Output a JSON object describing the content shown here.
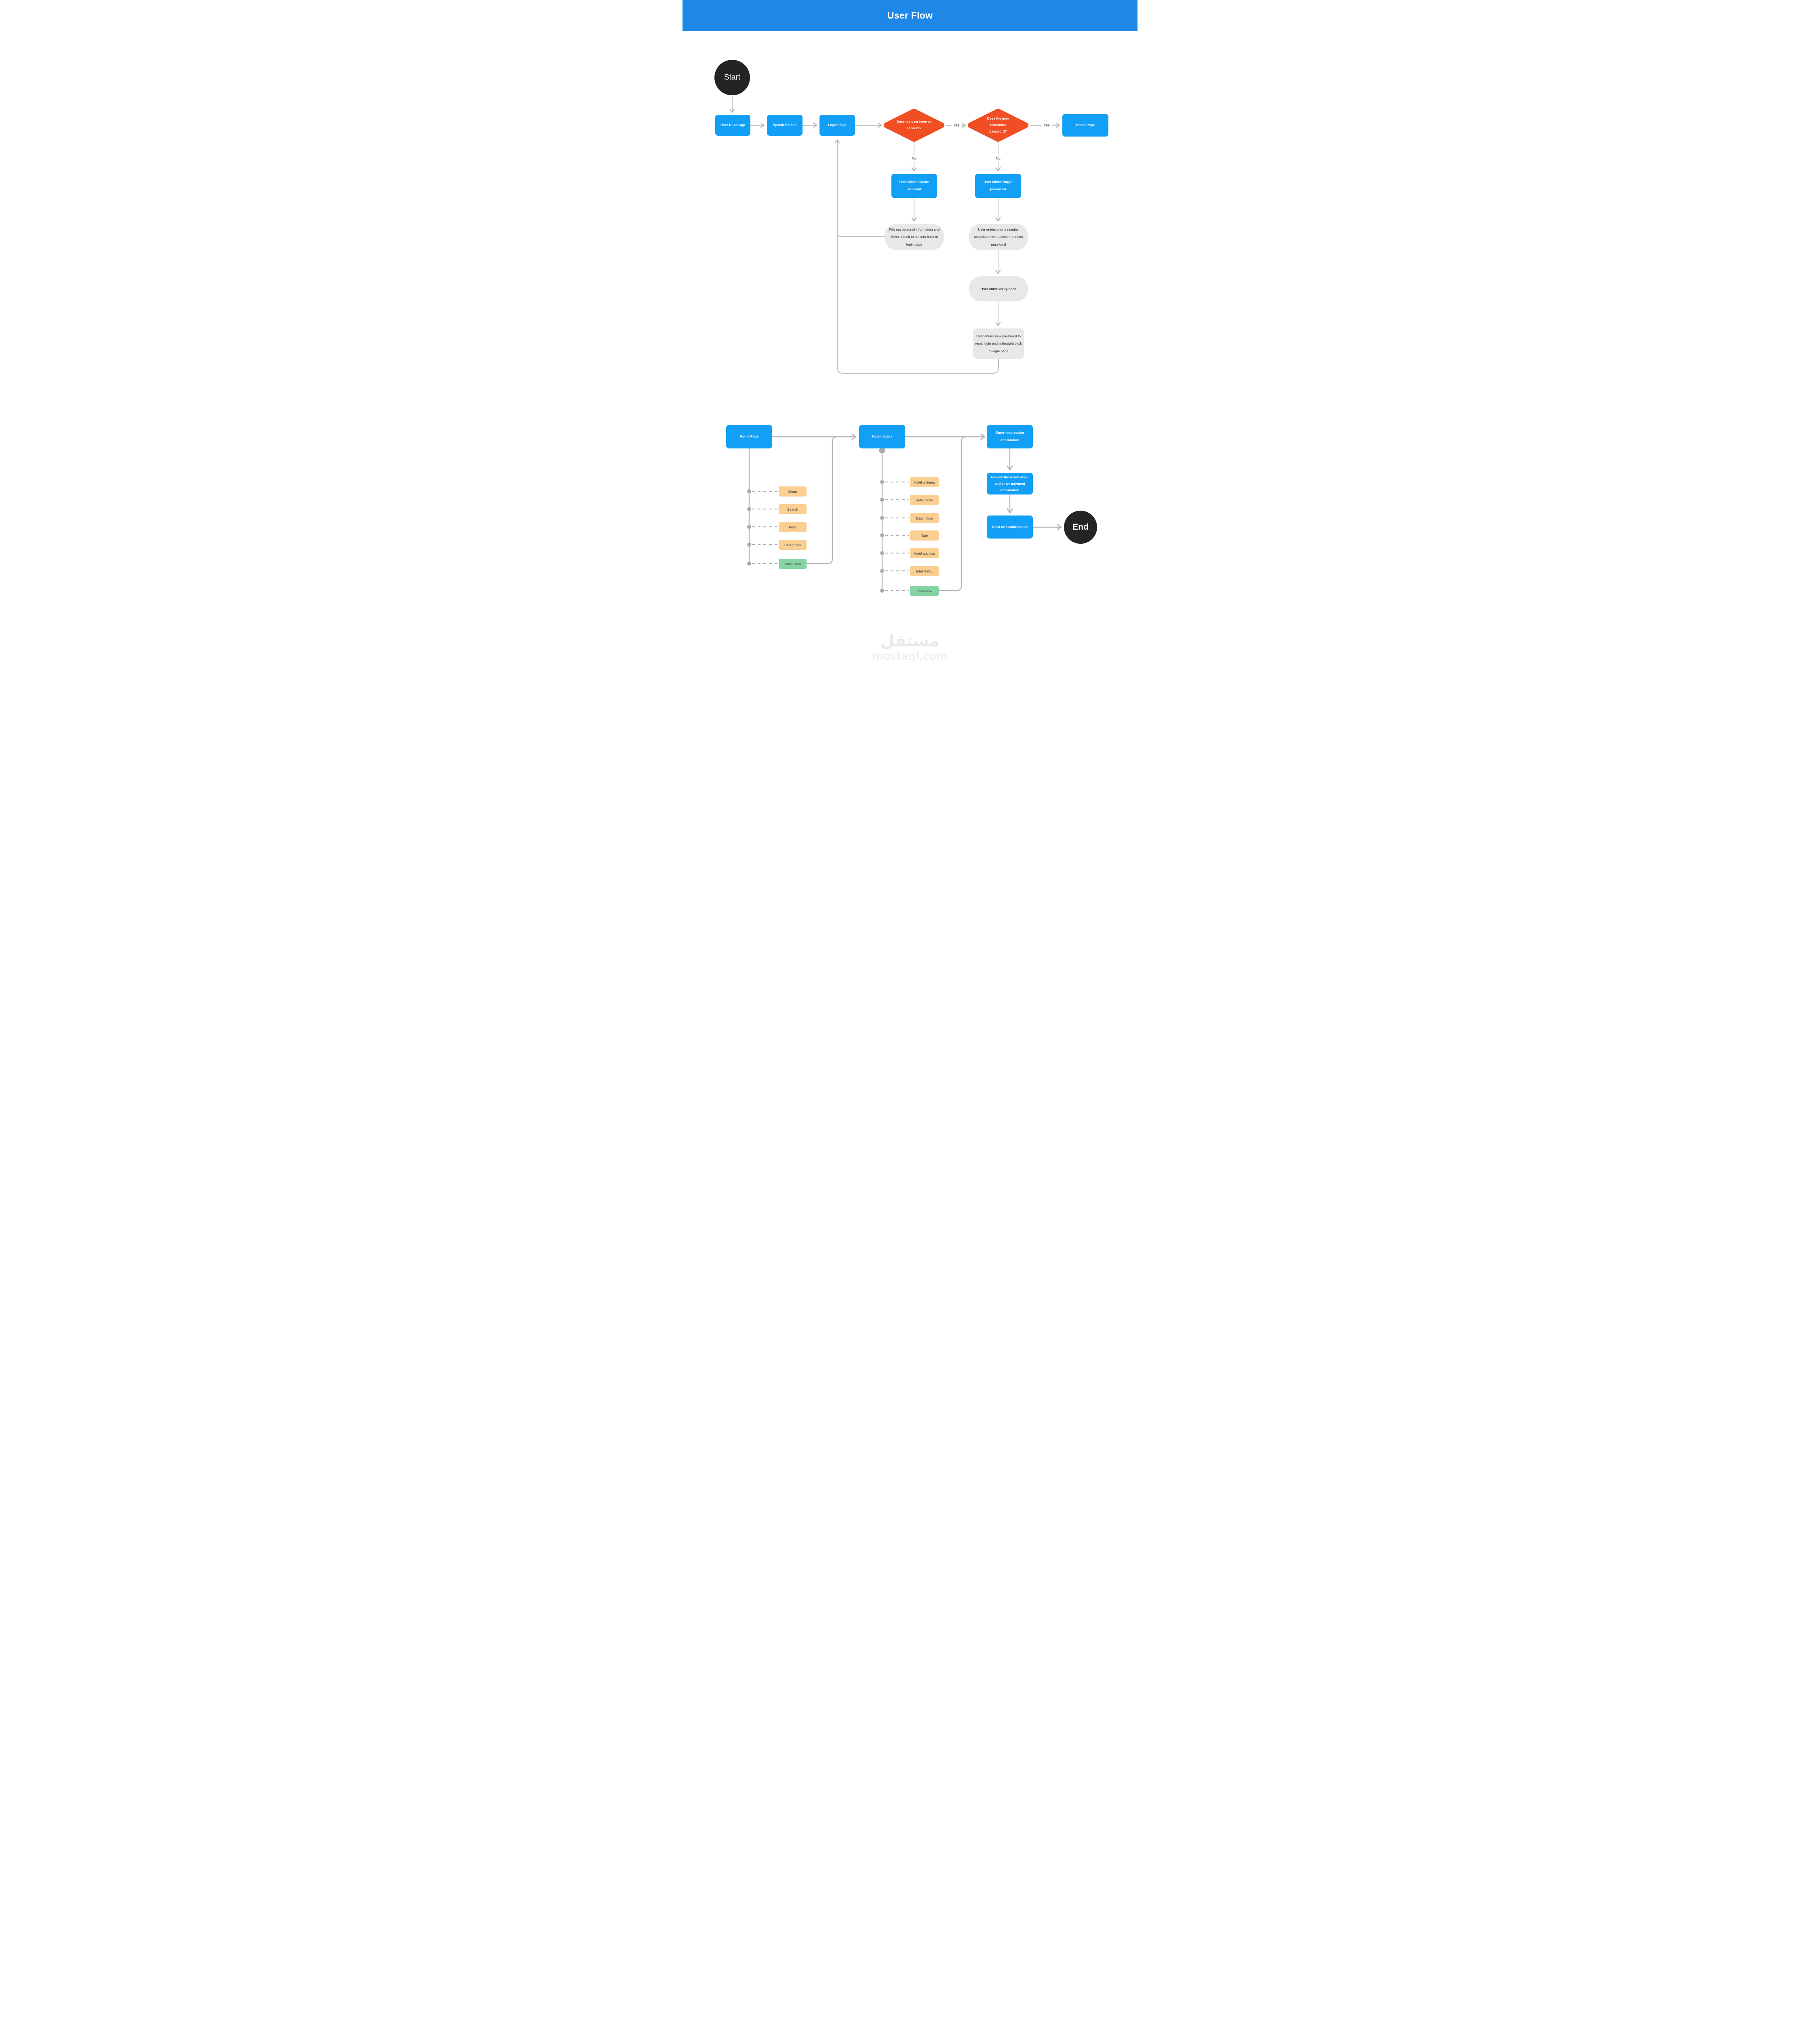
{
  "header": {
    "title": "User Flow"
  },
  "colors": {
    "header_blue": "#1E88E8",
    "node_blue": "#12A0F6",
    "diamond_red": "#F14E23",
    "note_gray": "#E8E8E8",
    "chip_orange": "#FBCE92",
    "chip_green": "#86D4A4",
    "terminal_dark": "#242424",
    "connector_gray": "#BDBDBD"
  },
  "flow1": {
    "start": "Start",
    "user_runs_app": "User Runs App",
    "splash_screen": "Splash Screen",
    "login_page": "Login Page",
    "has_account_q": "Does the user have an account?",
    "remember_password_q": "Does the user remember password?",
    "yes1": "Yes",
    "yes2": "Yes",
    "no1": "No",
    "no2": "No",
    "home_page": "Home Page",
    "clicks_create_account": "User clicks Create Account",
    "clicks_forgot_password": "User clicks forgot password",
    "fills_out_info": "Fills out personal information and clicks submit to be sent back to login page",
    "enters_phone": "User enters phone number associated with account to reset password",
    "enter_verify_code": "User enter verify code",
    "enters_new_password": "User enters new password to reset login and is brought back to login page"
  },
  "flow2": {
    "home_page": "Home Page",
    "hotel_details": "Hotel details",
    "enter_reservation": "Enter reservation information",
    "review_reservation": "Review the reservation and enter payment information",
    "click_confirmation": "Click on Confirmation",
    "end": "End",
    "home_children": [
      "Menu",
      "Search",
      "Filter",
      "Categories",
      "Hotel Card"
    ],
    "hotel_children": [
      "Hotel pictures",
      "Hotel name",
      "Description",
      "Rate",
      "Hotel address",
      "Hotel featu...",
      "Book Now"
    ]
  },
  "watermark": {
    "arabic": "مستقل",
    "domain": "mostaql.com"
  }
}
